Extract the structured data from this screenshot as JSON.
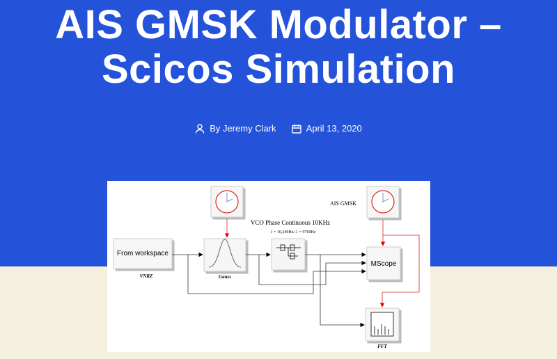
{
  "post": {
    "title_line1": "AIS GMSK Modulator –",
    "title_line2": "Scicos Simulation",
    "author": "By Jeremy Clark",
    "date": "April 13, 2020"
  },
  "figure": {
    "from_workspace": "From workspace",
    "vnrz": "VNRZ",
    "gauss": "Gauss",
    "vco_title": "VCO Phase Continuous 10KHz",
    "vco_sub": "1 = 10,240Hz/-1 = 9760Hz",
    "ais": "AIS GMSK",
    "mscope": "MScope",
    "fft": "FFT"
  },
  "colors": {
    "hero": "#2452d8",
    "page": "#f5efe0"
  }
}
